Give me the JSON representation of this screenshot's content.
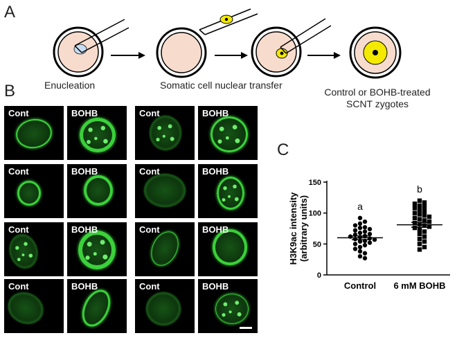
{
  "panels": {
    "a": {
      "letter": "A",
      "steps": [
        {
          "label": "Enucleation"
        },
        {
          "label": "Somatic cell nuclear transfer"
        },
        {
          "label": "Control or BOHB-treated\nSCNT zygotes"
        }
      ]
    },
    "b": {
      "letter": "B",
      "tiles": [
        {
          "label": "Cont"
        },
        {
          "label": "BOHB"
        },
        {
          "label": "Cont"
        },
        {
          "label": "BOHB"
        },
        {
          "label": "Cont"
        },
        {
          "label": "BOHB"
        },
        {
          "label": "Cont"
        },
        {
          "label": "BOHB"
        },
        {
          "label": "Cont"
        },
        {
          "label": "BOHB"
        },
        {
          "label": "Cont"
        },
        {
          "label": "BOHB"
        },
        {
          "label": "Cont"
        },
        {
          "label": "BOHB"
        },
        {
          "label": "Cont"
        },
        {
          "label": "BOHB"
        }
      ]
    },
    "c": {
      "letter": "C"
    }
  },
  "colors": {
    "oocyte_fill": "#f7dccd",
    "zona": "#000000",
    "nucleus_yellow": "#f4ea00",
    "donor_nucleus": "#c7ddf3",
    "fluor_green": "#3ad13a"
  },
  "chart_data": {
    "type": "scatter",
    "ylabel": "H3K9ac intensity\n(arbitrary units)",
    "ylim": [
      0,
      150
    ],
    "yticks": [
      0,
      50,
      100,
      150
    ],
    "categories": [
      "Control",
      "6 mM BOHB"
    ],
    "letters": [
      "a",
      "b"
    ],
    "means": [
      60,
      81
    ],
    "sem": [
      3,
      4
    ],
    "series": [
      {
        "marker": "circle",
        "values": [
          92,
          86,
          83,
          80,
          77,
          76,
          74,
          72,
          70,
          68,
          66,
          65,
          63,
          62,
          61,
          59,
          58,
          57,
          55,
          54,
          52,
          50,
          48,
          45,
          42,
          38,
          35,
          30,
          27
        ]
      },
      {
        "marker": "square",
        "values": [
          120,
          117,
          115,
          112,
          110,
          108,
          105,
          103,
          100,
          98,
          96,
          94,
          92,
          90,
          88,
          86,
          84,
          82,
          80,
          78,
          76,
          73,
          70,
          66,
          62,
          58,
          54,
          50,
          45,
          41
        ]
      }
    ]
  }
}
